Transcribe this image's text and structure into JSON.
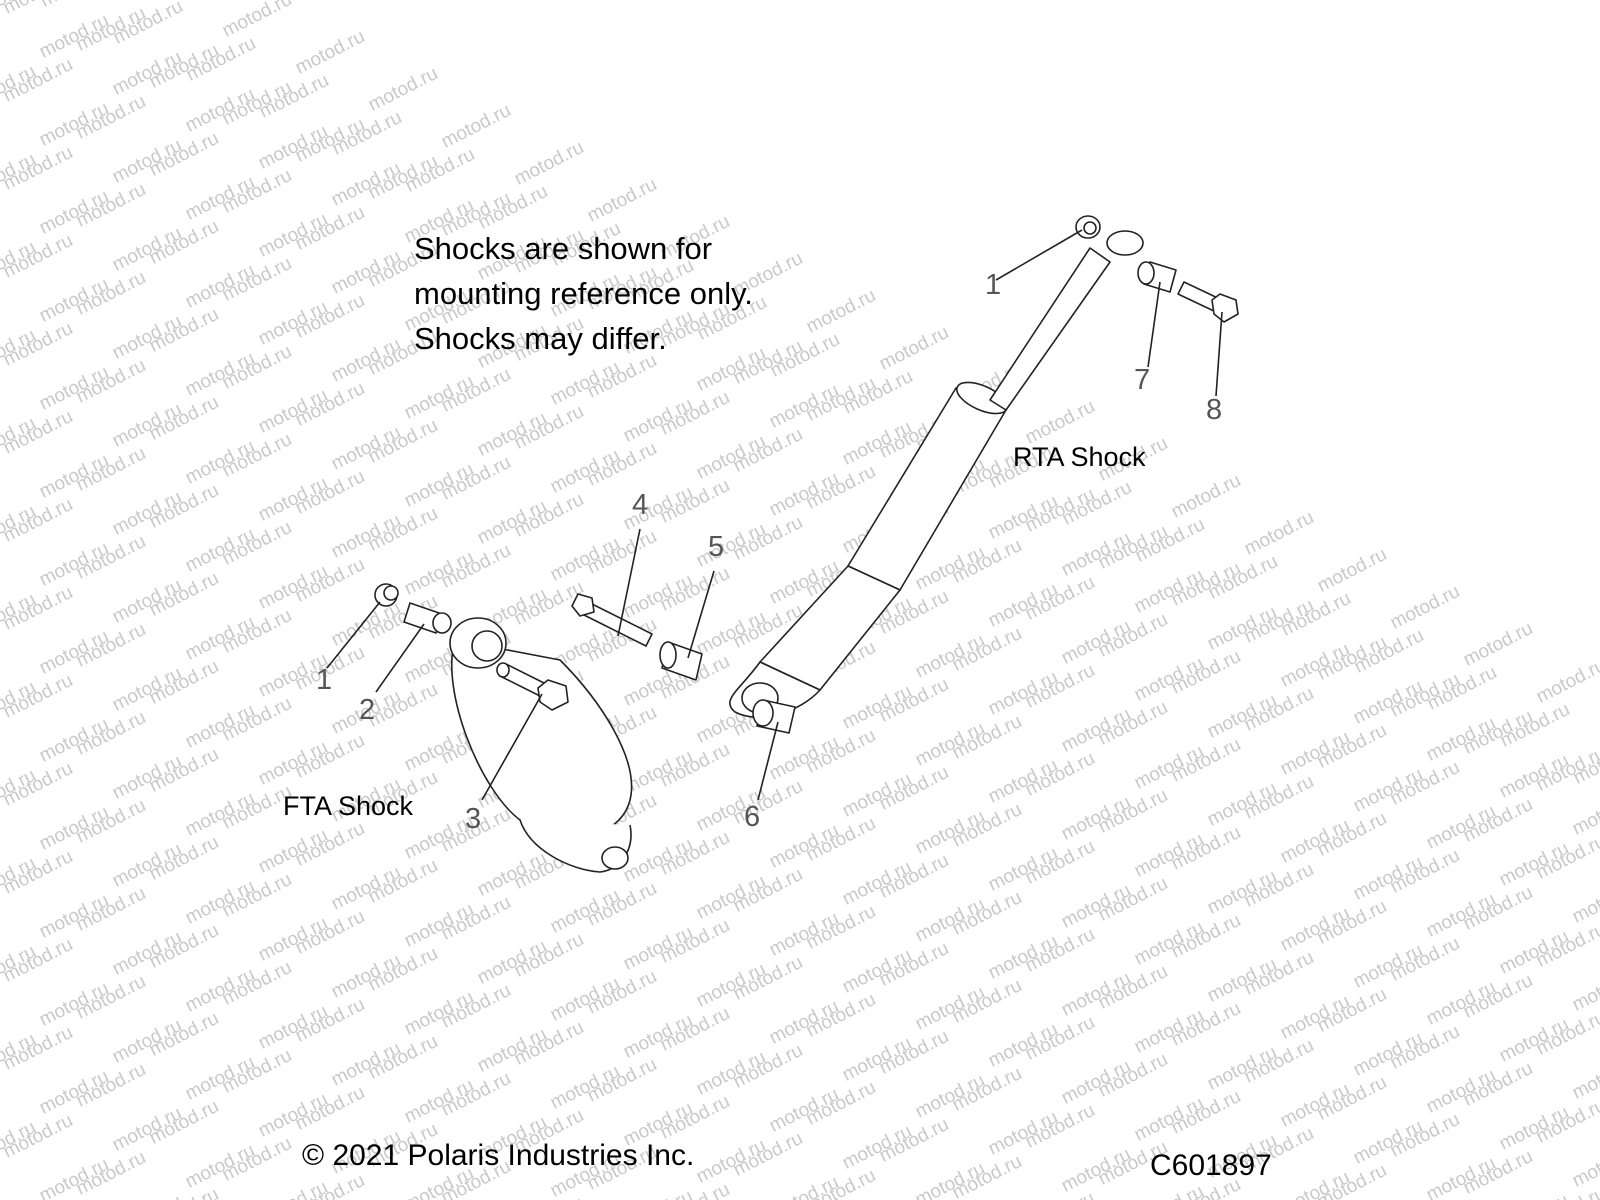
{
  "watermark": {
    "text": "motod.ru"
  },
  "note": {
    "line1": "Shocks are shown for",
    "line2": "mounting reference only.",
    "line3": "Shocks may differ."
  },
  "labels": {
    "fta_shock": "FTA Shock",
    "rta_shock": "RTA Shock"
  },
  "callouts": [
    "1",
    "2",
    "3",
    "4",
    "5",
    "6",
    "1",
    "7",
    "8"
  ],
  "footer": {
    "copyright": "© 2021 Polaris Industries Inc.",
    "diagram_code": "C601897"
  }
}
